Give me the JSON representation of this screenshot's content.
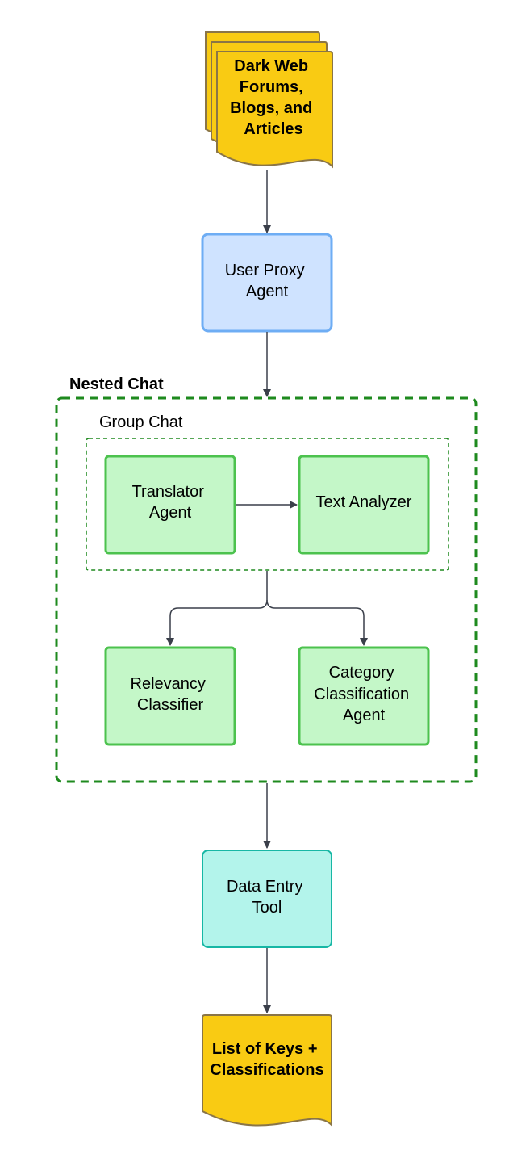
{
  "colors": {
    "document_fill": "#F9CB13",
    "document_stroke": "#8A7547",
    "user_proxy_fill": "#CFE3FF",
    "user_proxy_stroke": "#6EADF4",
    "agent_fill": "#C4F7C8",
    "agent_stroke": "#4CC24E",
    "tool_fill": "#B3F4EB",
    "tool_stroke": "#17B7A5",
    "container_stroke": "#1E8A1E",
    "arrow": "#3A3F4A"
  },
  "nodes": {
    "source": {
      "lines": [
        "Dark Web",
        "Forums,",
        "Blogs, and",
        "Articles"
      ]
    },
    "user_proxy": {
      "lines": [
        "User Proxy",
        "Agent"
      ]
    },
    "translator": {
      "lines": [
        "Translator",
        "Agent"
      ]
    },
    "text_analyzer": {
      "lines": [
        "Text Analyzer"
      ]
    },
    "relevancy": {
      "lines": [
        "Relevancy",
        "Classifier"
      ]
    },
    "category": {
      "lines": [
        "Category",
        "Classification",
        "Agent"
      ]
    },
    "data_entry": {
      "lines": [
        "Data Entry",
        "Tool"
      ]
    },
    "output": {
      "lines": [
        "List of Keys +",
        "Classifications"
      ]
    }
  },
  "containers": {
    "nested_chat": "Nested Chat",
    "group_chat": "Group Chat"
  }
}
